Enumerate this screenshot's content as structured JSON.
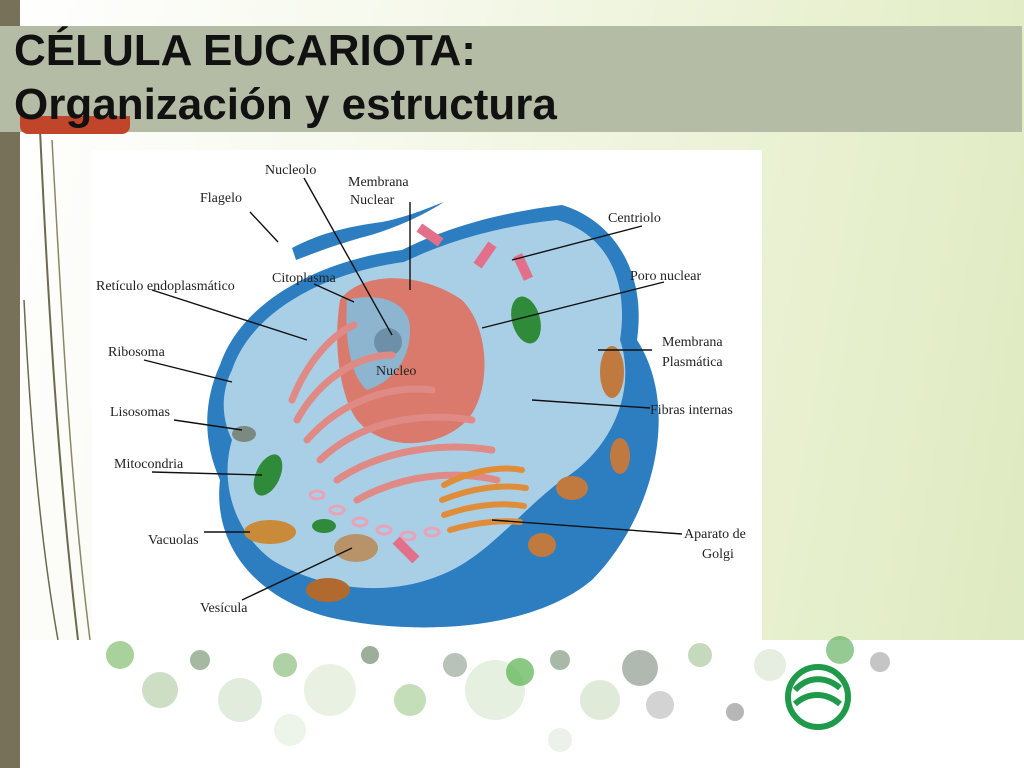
{
  "title": {
    "line1": "CÉLULA EUCARIOTA:",
    "line2": "Organización y estructura"
  },
  "diagram": {
    "labels": {
      "nucleolo": "Nucleolo",
      "membrana_nuclear_1": "Membrana",
      "membrana_nuclear_2": "Nuclear",
      "flagelo": "Flagelo",
      "centriolo": "Centriolo",
      "reticulo": "Retículo endoplasmático",
      "citoplasma": "Citoplasma",
      "poro_nuclear": "Poro nuclear",
      "ribosoma": "Ribosoma",
      "membrana_plasmatica_1": "Membrana",
      "membrana_plasmatica_2": "Plasmática",
      "nucleo": "Nucleo",
      "lisosomas": "Lisosomas",
      "fibras_internas": "Fibras internas",
      "mitocondria": "Mitocondria",
      "vacuolas": "Vacuolas",
      "aparato_golgi_1": "Aparato de",
      "aparato_golgi_2": "Golgi",
      "vesicula": "Vesícula"
    }
  },
  "colors": {
    "leftbar": "#777159",
    "title_box": "#b4bca6",
    "accent": "#c0452a",
    "cytoplasm": "#a9cfe6",
    "membrane": "#2d7ec0",
    "er": "#e08a86",
    "nucleus": "#d97a6c",
    "golgi": "#e08d3a",
    "mitochondria": "#2f8a3a",
    "deco_green": "#6fb25a",
    "logo_green": "#1f9a4a"
  }
}
